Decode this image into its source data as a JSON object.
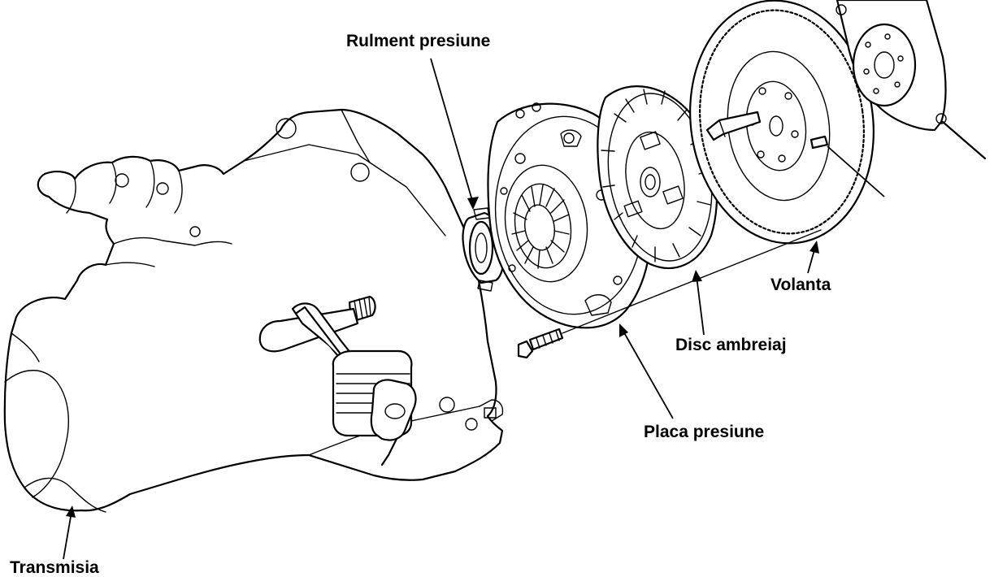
{
  "labels": {
    "release_bearing": "Rulment presiune",
    "flywheel": "Volanta",
    "clutch_disc": "Disc ambreiaj",
    "pressure_plate": "Placa presiune",
    "transmission": "Transmisia"
  }
}
